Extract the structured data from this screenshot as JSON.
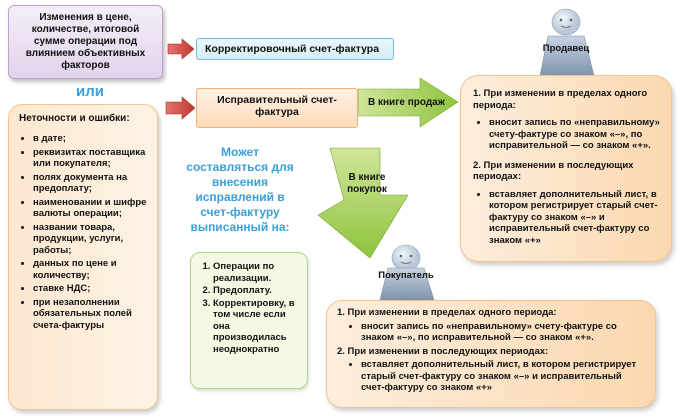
{
  "factors_box": "Изменения в цене, количестве, итоговой сумме операции под влиянием объективных факторов",
  "ili": "или",
  "errors": {
    "title": "Неточности и ошибки:",
    "items": [
      "в дате;",
      "реквизитах поставщика или покупателя;",
      "полях документа на предоплату;",
      "наименовании и шифре валюты операции;",
      "названии товара, продукции, услуги, работы;",
      "данных по цене и количеству;",
      "ставке НДС;",
      "при незаполнении обязательных полей счета-фактуры"
    ]
  },
  "corrective_invoice": "Корректировочный счет-фактура",
  "correction_invoice": "Исправительный счет-фактура",
  "sales_book_label": "В книге продаж",
  "purchase_book_label": "В книге покупок",
  "may_be_issued": "Может составляться для внесения исправлений в счет-фактуру выписанный на:",
  "issued_list": [
    "Операции по реализации.",
    "Предоплату.",
    "Корректировку, в том числе если она производилась неоднократно"
  ],
  "seller_label": "Продавец",
  "buyer_label": "Покупатель",
  "seller": {
    "p1": "1. При изменении в пределах одного периода:",
    "b1": "вносит запись по «неправильному» счету-фактуре со знаком «–», по исправительной — со знаком «+».",
    "p2": "2. При изменении в последующих периодах:",
    "b2": "вставляет дополнительный лист, в котором регистрирует старый счет-фактуру со знаком «–» и исправительный счет-фактуру со знаком «+»"
  },
  "buyer": {
    "p1": "1. При изменении в пределах одного периода:",
    "b1": "вносит запись по «неправильному» счету-фактуре со знаком «–», по исправительной — со знаком «+».",
    "p2": "2. При изменении в последующих периодах:",
    "b2": "вставляет дополнительный лист, в котором регистрирует старый счет-фактуру со знаком «–» и исправительный счет-фактуру со знаком «+»"
  }
}
